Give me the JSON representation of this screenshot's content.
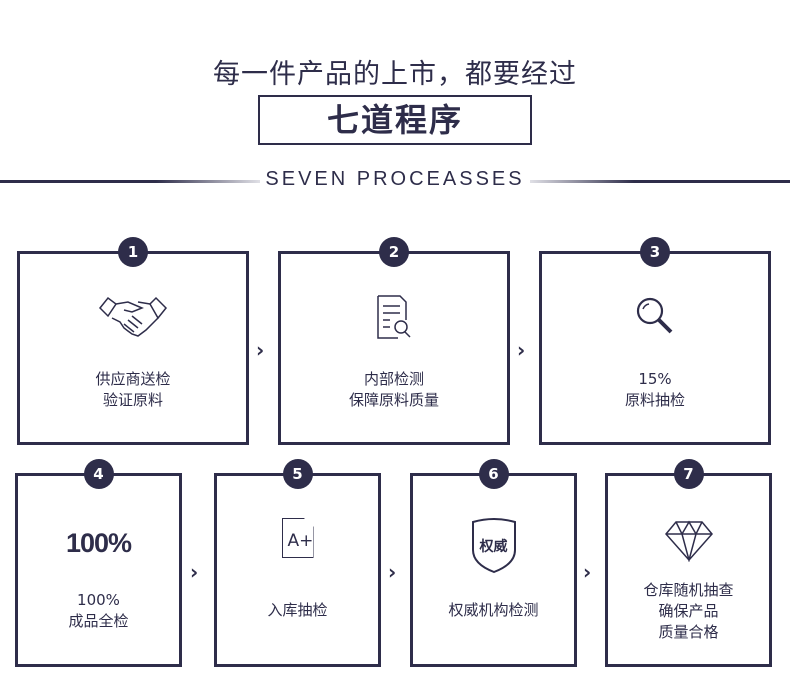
{
  "header": {
    "title": "每一件产品的上市，都要经过",
    "highlight": "七道程序",
    "subtitle": "SEVEN PROCEASSES"
  },
  "steps": [
    {
      "num": "1",
      "icon": "handshake-icon",
      "line1": "供应商送检",
      "line2": "验证原料"
    },
    {
      "num": "2",
      "icon": "document-search-icon",
      "line1": "内部检测",
      "line2": "保障原料质量"
    },
    {
      "num": "3",
      "icon": "magnifier-icon",
      "line1": "15%",
      "line2": "原料抽检"
    },
    {
      "num": "4",
      "icon_text": "100%",
      "line1": "100%",
      "line2": "成品全检"
    },
    {
      "num": "5",
      "icon": "grade-a-plus-icon",
      "icon_text": "A+",
      "line1": "入库抽检"
    },
    {
      "num": "6",
      "icon": "shield-icon",
      "icon_text": "权威",
      "line1": "权威机构检测"
    },
    {
      "num": "7",
      "icon": "diamond-icon",
      "line1": "仓库随机抽查",
      "line2": "确保产品",
      "line3": "质量合格"
    }
  ],
  "arrow": "›"
}
